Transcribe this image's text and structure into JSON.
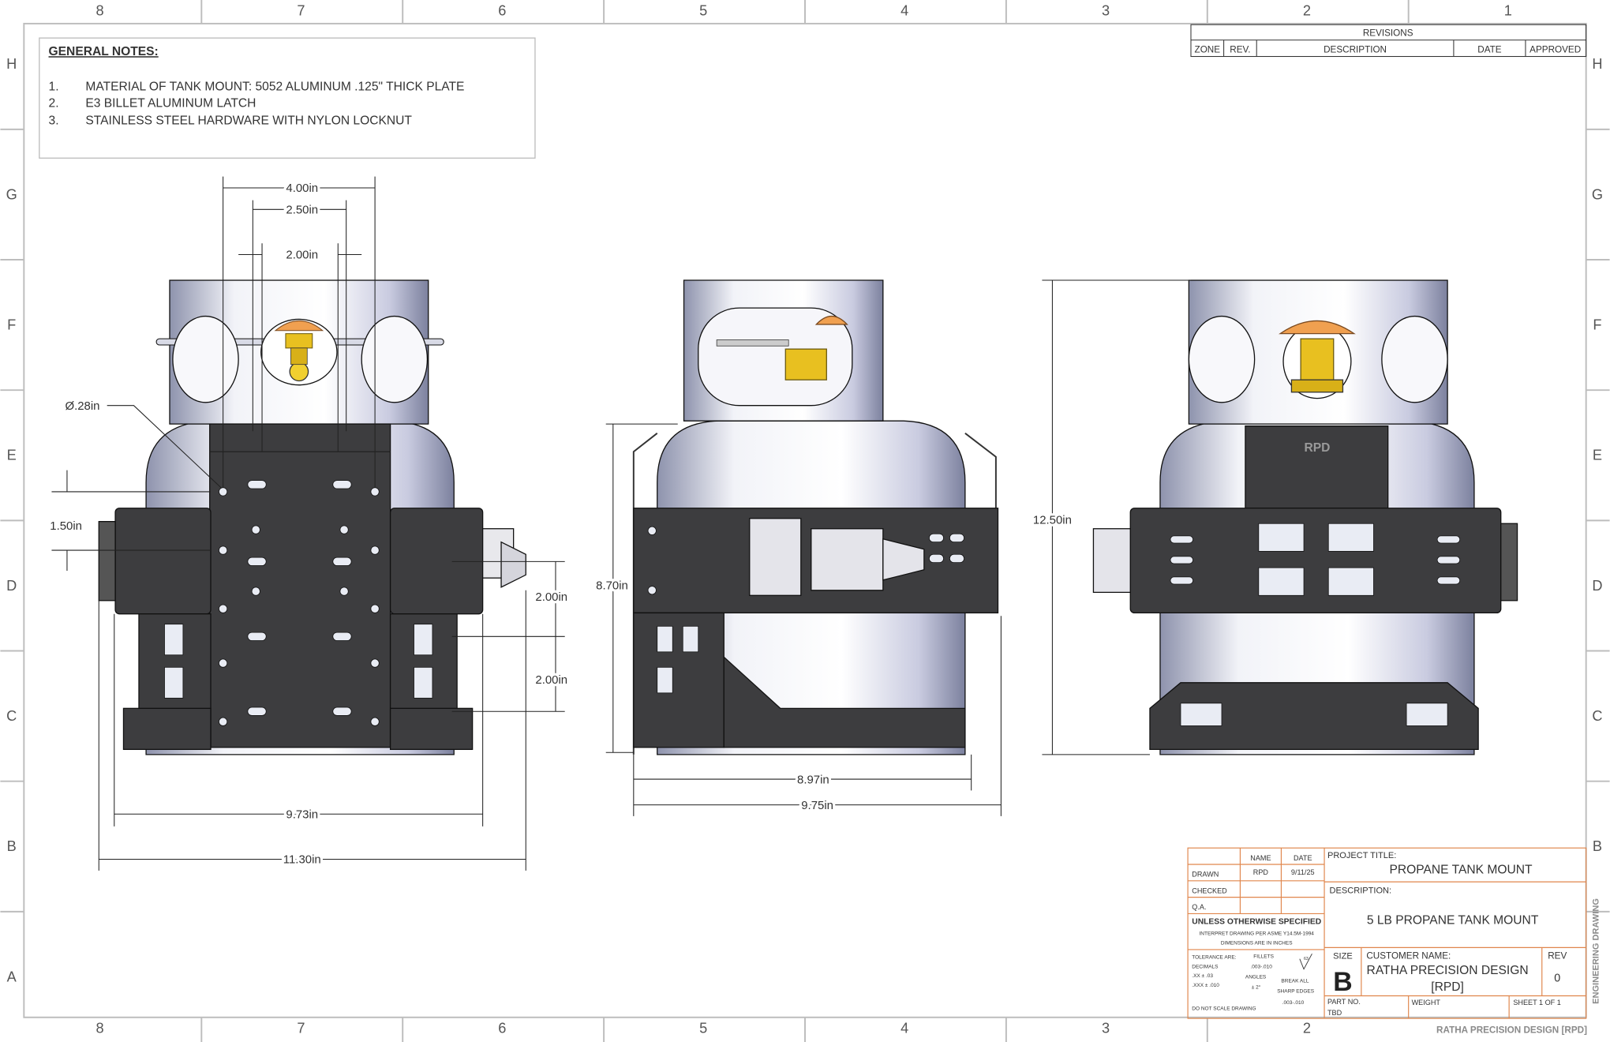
{
  "zones": {
    "columns": [
      "8",
      "7",
      "6",
      "5",
      "4",
      "3",
      "2",
      "1"
    ],
    "rows": [
      "H",
      "G",
      "F",
      "E",
      "D",
      "C",
      "B",
      "A"
    ]
  },
  "general_notes": {
    "title": "GENERAL NOTES:",
    "items": [
      {
        "num": "1.",
        "text": "MATERIAL OF TANK MOUNT: 5052 ALUMINUM .125\" THICK PLATE"
      },
      {
        "num": "2.",
        "text": "E3 BILLET ALUMINUM LATCH"
      },
      {
        "num": "3.",
        "text": "STAINLESS STEEL HARDWARE WITH NYLON LOCKNUT"
      }
    ]
  },
  "revisions": {
    "title": "REVISIONS",
    "headers": [
      "ZONE",
      "REV.",
      "DESCRIPTION",
      "DATE",
      "APPROVED"
    ]
  },
  "views": {
    "front": {
      "dims": {
        "d400": "4.00in",
        "d250": "2.50in",
        "d200_top": "2.00in",
        "hole_dia": "Ø.28in",
        "d150": "1.50in",
        "d200_a": "2.00in",
        "d200_b": "2.00in",
        "d973": "9.73in",
        "d1130": "11.30in"
      }
    },
    "side": {
      "dims": {
        "d870": "8.70in",
        "d897": "8.97in",
        "d975": "9.75in"
      }
    },
    "rear": {
      "dims": {
        "d1250": "12.50in"
      },
      "logo_text": "RPD"
    }
  },
  "title_block": {
    "name_header": "NAME",
    "date_header": "DATE",
    "drawn_label": "DRAWN",
    "drawn_name": "RPD",
    "drawn_date": "9/11/25",
    "checked_label": "CHECKED",
    "qa_label": "Q.A.",
    "unless": "UNLESS OTHERWISE SPECIFIED",
    "interpret": "INTERPRET DRAWING PER ASME Y14.5M-1994",
    "dims_inches": "DIMENSIONS ARE IN INCHES",
    "tolerances_label": "TOLERANCE ARE:",
    "decimals_label": "DECIMALS",
    "xx": ".XX ± .03",
    "xxx": ".XXX ± .010",
    "fillets_label": "FILLETS",
    "fillets_val": ".003-.010",
    "angles_label": "ANGLES",
    "angles_val": "± 2°",
    "surface_finish": "63",
    "break_all": "BREAK ALL",
    "sharp_edges": "SHARP EDGES",
    "sharp_val": ".003-.010",
    "do_not_scale": "DO NOT SCALE DRAWING",
    "project_title_label": "PROJECT TITLE:",
    "project_title": "PROPANE TANK MOUNT",
    "description_label": "DESCRIPTION:",
    "description": "5 LB PROPANE TANK MOUNT",
    "size_label": "SIZE",
    "size": "B",
    "customer_label": "CUSTOMER NAME:",
    "customer_line1": "RATHA PRECISION DESIGN",
    "customer_line2": "[RPD]",
    "rev_label": "REV",
    "rev": "0",
    "part_no_label": "PART NO.",
    "part_no": "TBD",
    "weight_label": "WEIGHT",
    "sheet": "SHEET 1 OF 1",
    "side_text": "ENGINEERING DRAWING",
    "company_footer": "RATHA PRECISION DESIGN [RPD]"
  },
  "colors": {
    "title_block_lines": "#e0864c",
    "plate": "#3d3d3f",
    "valve_knob": "#f0a050",
    "valve_brass": "#e8c020"
  }
}
